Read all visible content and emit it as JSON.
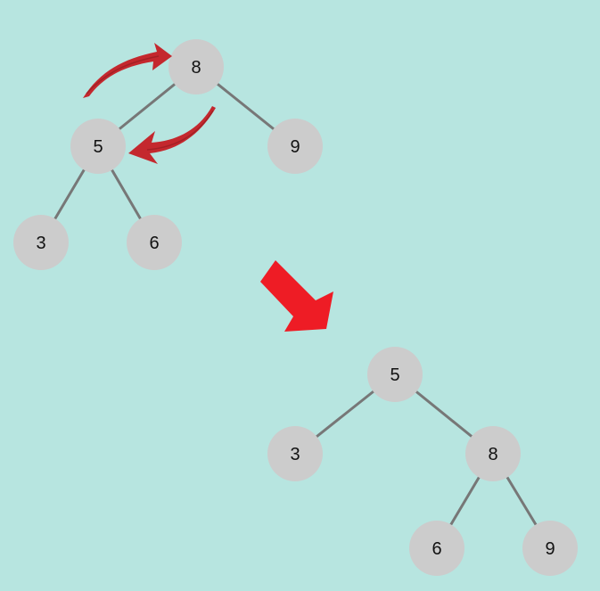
{
  "colors": {
    "background": "#b7e5e0",
    "node_fill": "#cccccc",
    "edge": "#777777",
    "label": "#111111",
    "rotation_arrow": "#c4282e",
    "transition_arrow": "#ee1c25"
  },
  "trees": {
    "before": {
      "nodes": [
        {
          "id": "b8",
          "label": "8"
        },
        {
          "id": "b5",
          "label": "5"
        },
        {
          "id": "b9",
          "label": "9"
        },
        {
          "id": "b3",
          "label": "3"
        },
        {
          "id": "b6",
          "label": "6"
        }
      ],
      "edges": [
        [
          "b8",
          "b5"
        ],
        [
          "b8",
          "b9"
        ],
        [
          "b5",
          "b3"
        ],
        [
          "b5",
          "b6"
        ]
      ]
    },
    "after": {
      "nodes": [
        {
          "id": "a5",
          "label": "5"
        },
        {
          "id": "a3",
          "label": "3"
        },
        {
          "id": "a8",
          "label": "8"
        },
        {
          "id": "a6",
          "label": "6"
        },
        {
          "id": "a9",
          "label": "9"
        }
      ],
      "edges": [
        [
          "a5",
          "a3"
        ],
        [
          "a5",
          "a8"
        ],
        [
          "a8",
          "a6"
        ],
        [
          "a8",
          "a9"
        ]
      ]
    }
  },
  "icons": {
    "rotation_arrows": "curved-arrow-icon",
    "transition": "arrow-down-right-icon"
  }
}
